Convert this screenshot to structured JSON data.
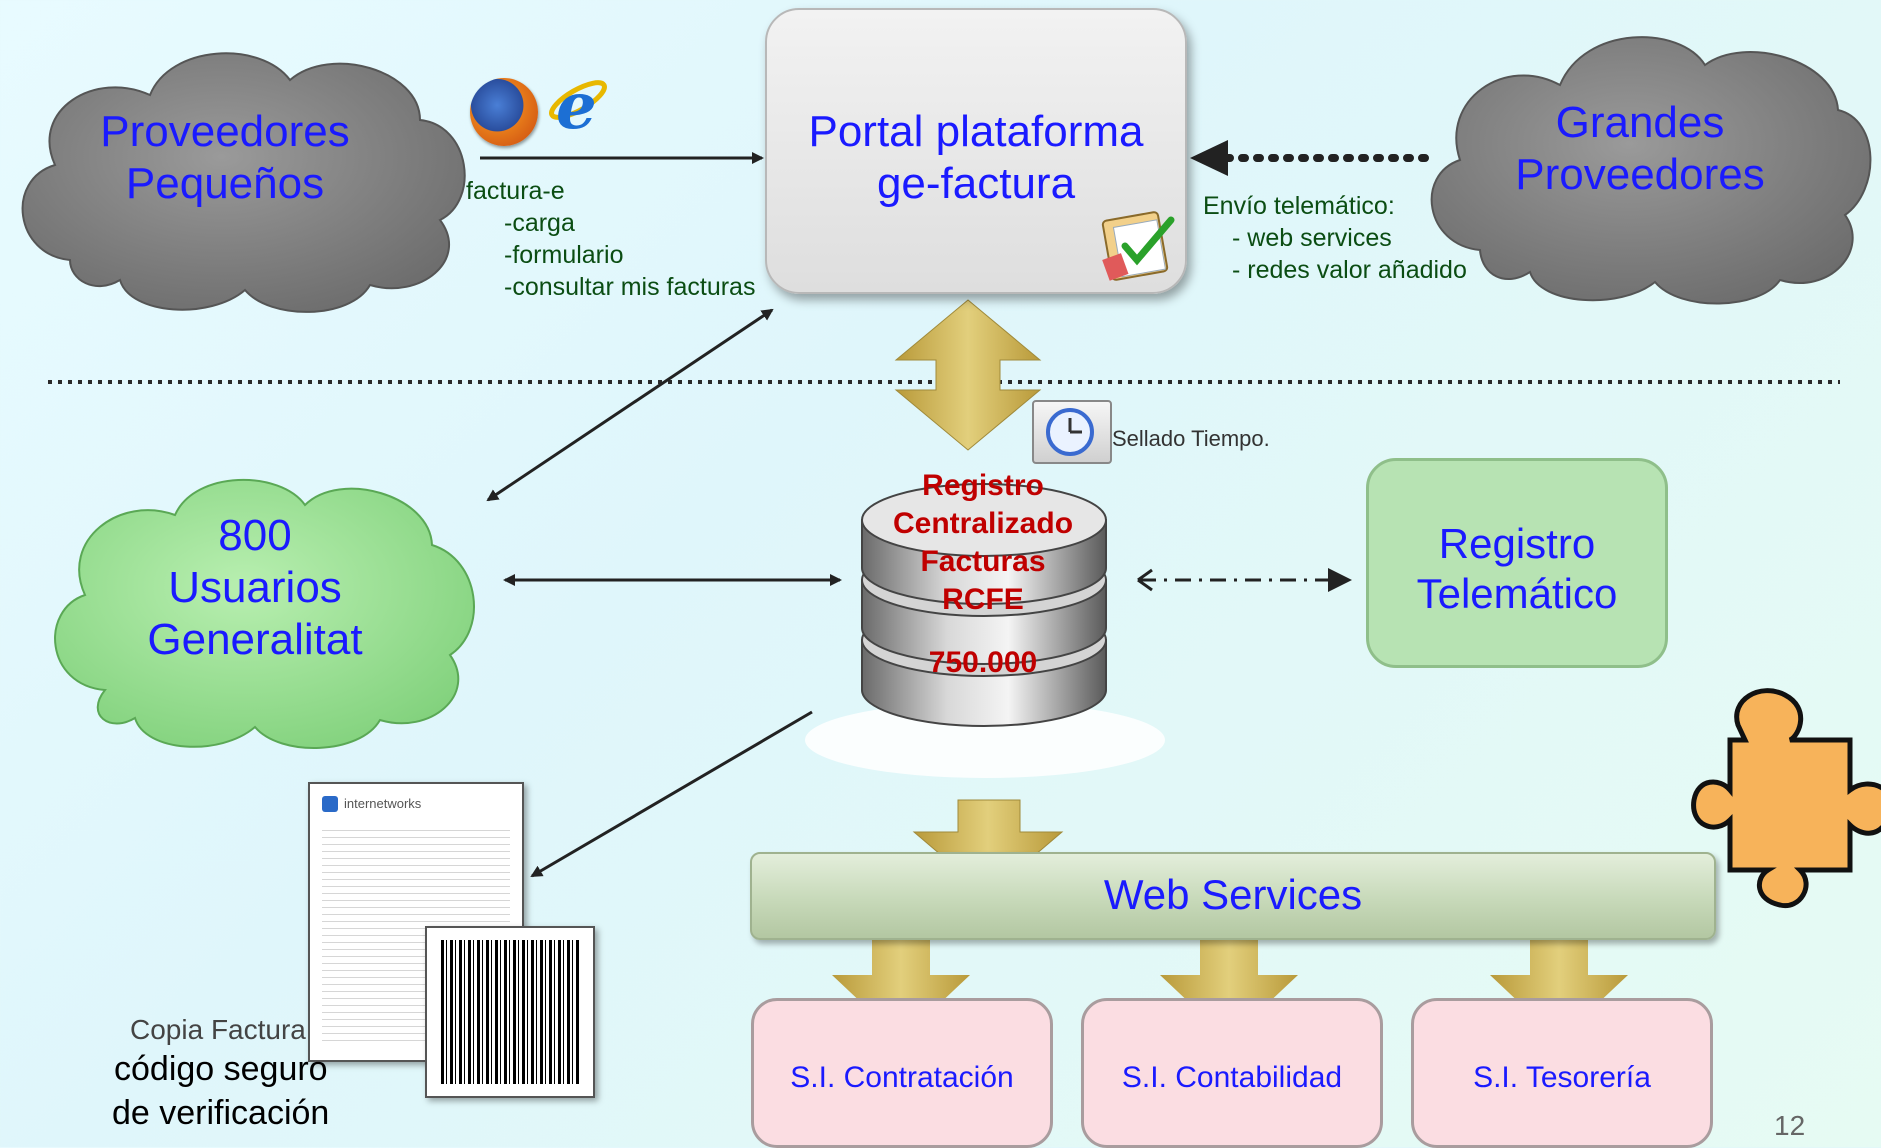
{
  "clouds": {
    "small_suppliers": [
      "Proveedores",
      "Pequeños"
    ],
    "large_suppliers": [
      "Grandes",
      "Proveedores"
    ],
    "users": [
      "800",
      "Usuarios",
      "Generalitat"
    ]
  },
  "portal": {
    "line1": "Portal plataforma",
    "line2": "ge-factura"
  },
  "left_notes": {
    "title": "factura-e",
    "items": [
      "-carga",
      "-formulario",
      "-consultar mis facturas"
    ]
  },
  "right_notes": {
    "title": "Envío telemático:",
    "items": [
      "- web services",
      "- redes valor añadido"
    ]
  },
  "timestamp_label": "Sellado Tiempo.",
  "database": {
    "lines": [
      "Registro",
      "Centralizado",
      "Facturas",
      "RCFE"
    ],
    "count": "750.000"
  },
  "registro_telematico": [
    "Registro",
    "Telemático"
  ],
  "web_services": "Web Services",
  "systems": [
    "S.I. Contratación",
    "S.I. Contabilidad",
    "S.I. Tesorería"
  ],
  "invoice": {
    "brand": "internetworks",
    "caption_line1": "Copia Factura",
    "caption_line2": "código seguro",
    "caption_line3": "de verificación"
  },
  "page_number": "12",
  "colors": {
    "title_blue": "#1a1aff",
    "db_red": "#c00000",
    "note_green": "#0b4d13"
  }
}
